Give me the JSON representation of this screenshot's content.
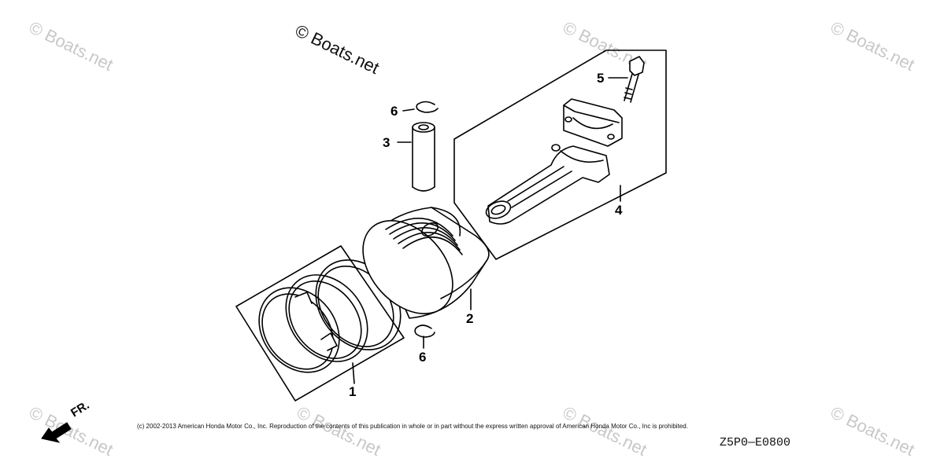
{
  "watermark": {
    "brand_text": "© Boats.net",
    "repeat_text": "© Boats.net"
  },
  "callouts": {
    "c1": "1",
    "c2": "2",
    "c3": "3",
    "c4": "4",
    "c5": "5",
    "c6_top": "6",
    "c6_bottom": "6"
  },
  "direction": {
    "label": "FR."
  },
  "footer": {
    "copyright": "(c) 2002-2013 American Honda Motor Co., Inc. Reproduction of the contents of this publication in whole or in part without the express written approval of American Honda Motor Co., Inc is prohibited.",
    "drawing_code": "Z5P0—E0800"
  }
}
